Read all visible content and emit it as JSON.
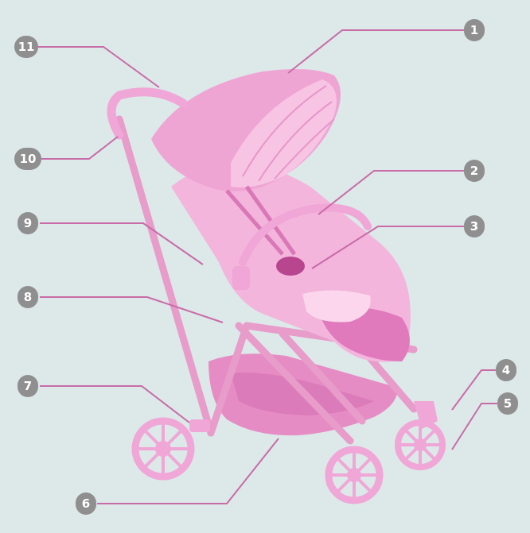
{
  "colors": {
    "background": "#dde8e9",
    "stroller": "#f0a6d6",
    "stroller_dark": "#d977b7",
    "leader_line": "#c86ba7",
    "callout_bubble": "#8f8f8f",
    "callout_text": "#ffffff"
  },
  "callouts": [
    {
      "id": "1",
      "label": "1"
    },
    {
      "id": "2",
      "label": "2"
    },
    {
      "id": "3",
      "label": "3"
    },
    {
      "id": "4",
      "label": "4"
    },
    {
      "id": "5",
      "label": "5"
    },
    {
      "id": "6",
      "label": "6"
    },
    {
      "id": "7",
      "label": "7"
    },
    {
      "id": "8",
      "label": "8"
    },
    {
      "id": "9",
      "label": "9"
    },
    {
      "id": "10",
      "label": "10"
    },
    {
      "id": "11",
      "label": "11"
    }
  ]
}
